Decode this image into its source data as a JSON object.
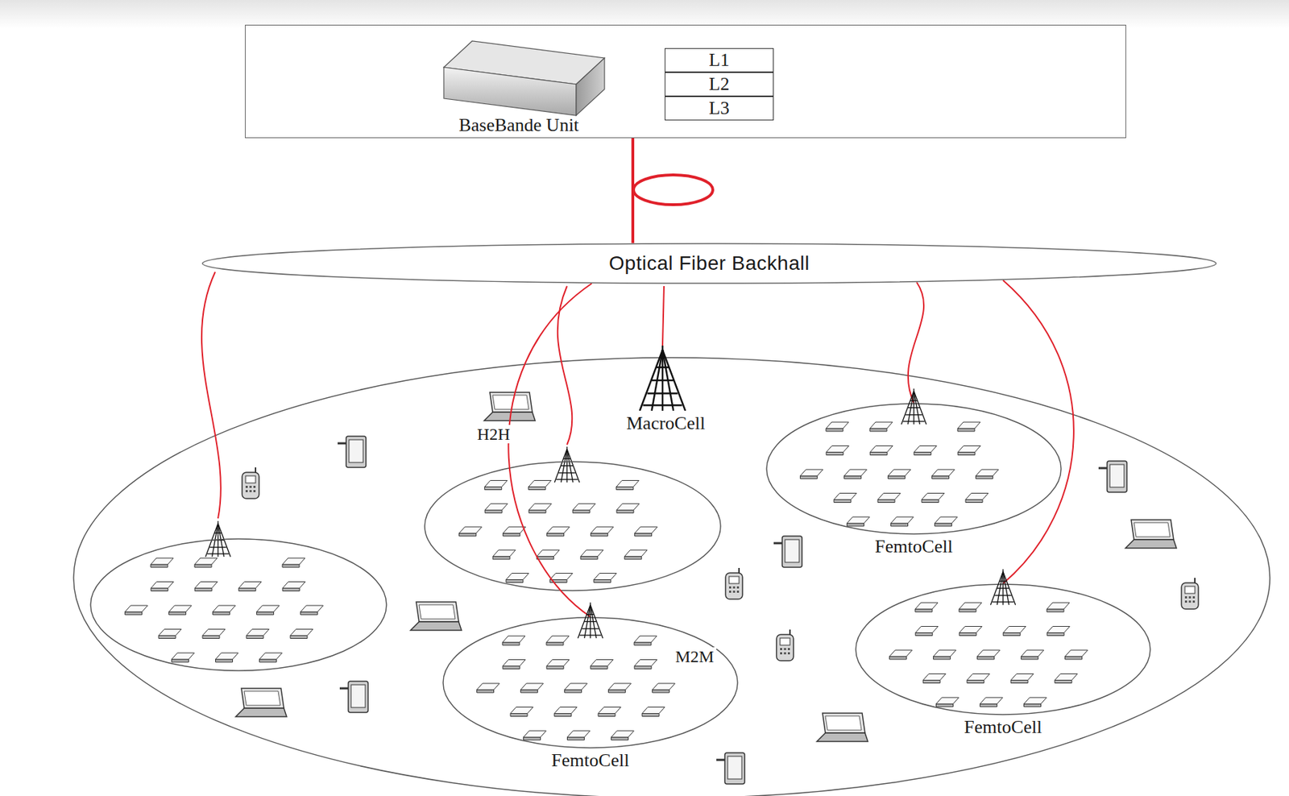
{
  "diagram": {
    "nodes": [
      {
        "text": [
          "BaseBande Unit"
        ]
      },
      {
        "text": [
          "L1"
        ],
        "in": 0
      },
      {
        "text": [
          "L2"
        ],
        "in": 0
      },
      {
        "text": [
          "L3"
        ],
        "in": 0
      },
      {
        "text": [
          "Optical Fiber Backhall"
        ]
      },
      {
        "text": [
          "FemtoCell"
        ]
      },
      {
        "text": [
          "FemtoCell"
        ]
      },
      {
        "text": [
          "FemtoCell"
        ]
      }
    ],
    "edges": [
      {
        "from": 0,
        "to": 4,
        "arrow": "none"
      },
      {
        "from": 4,
        "to": 5,
        "arrow": "none"
      },
      {
        "from": 4,
        "to": 6,
        "arrow": "none"
      },
      {
        "from": 4,
        "to": 7,
        "arrow": "none"
      }
    ],
    "labels": [
      "MacroCell",
      "H2H",
      "M2M"
    ]
  }
}
